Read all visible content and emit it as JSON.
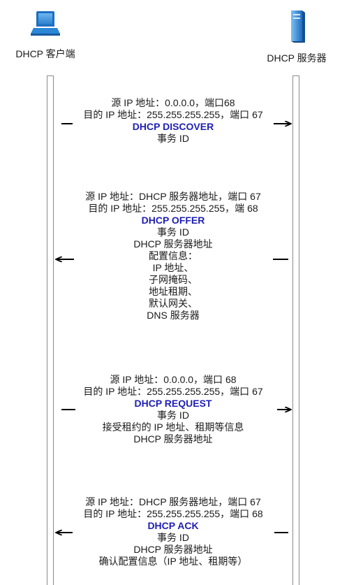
{
  "client_label": "DHCP 客户端",
  "server_label": "DHCP 服务器",
  "colors": {
    "message_title": "#1f1fb4",
    "lifeline_border": "#8a8a8a",
    "arrow": "#000000"
  },
  "messages": [
    {
      "direction": "client-to-server",
      "lines_before": [
        "源 IP 地址：0.0.0.0，端口68",
        "目的 IP 地址：255.255.255.255，端口 67"
      ],
      "title": "DHCP DISCOVER",
      "lines_after": [
        "事务 ID"
      ]
    },
    {
      "direction": "server-to-client",
      "lines_before": [
        "源 IP 地址：DHCP 服务器地址，端口 67",
        "目的 IP 地址：255.255.255.255，端 68"
      ],
      "title": "DHCP OFFER",
      "lines_after": [
        "事务 ID",
        "DHCP 服务器地址",
        "配置信息：",
        "IP 地址、",
        "子网掩码、",
        "地址租期、",
        "默认网关、",
        "DNS 服务器"
      ]
    },
    {
      "direction": "client-to-server",
      "lines_before": [
        "源 IP 地址：0.0.0.0，端口 68",
        "目的 IP 地址：255.255.255.255，端口 67"
      ],
      "title": "DHCP REQUEST",
      "lines_after": [
        "事务 ID",
        "接受租约的 IP 地址、租期等信息",
        "DHCP 服务器地址"
      ]
    },
    {
      "direction": "server-to-client",
      "lines_before": [
        "源 IP 地址：DHCP 服务器地址，端口 67",
        "目的 IP 地址：255.255.255.255，端口 68"
      ],
      "title": "DHCP ACK",
      "lines_after": [
        "事务 ID",
        "DHCP 服务器地址",
        "确认配置信息（IP 地址、租期等）"
      ]
    }
  ]
}
